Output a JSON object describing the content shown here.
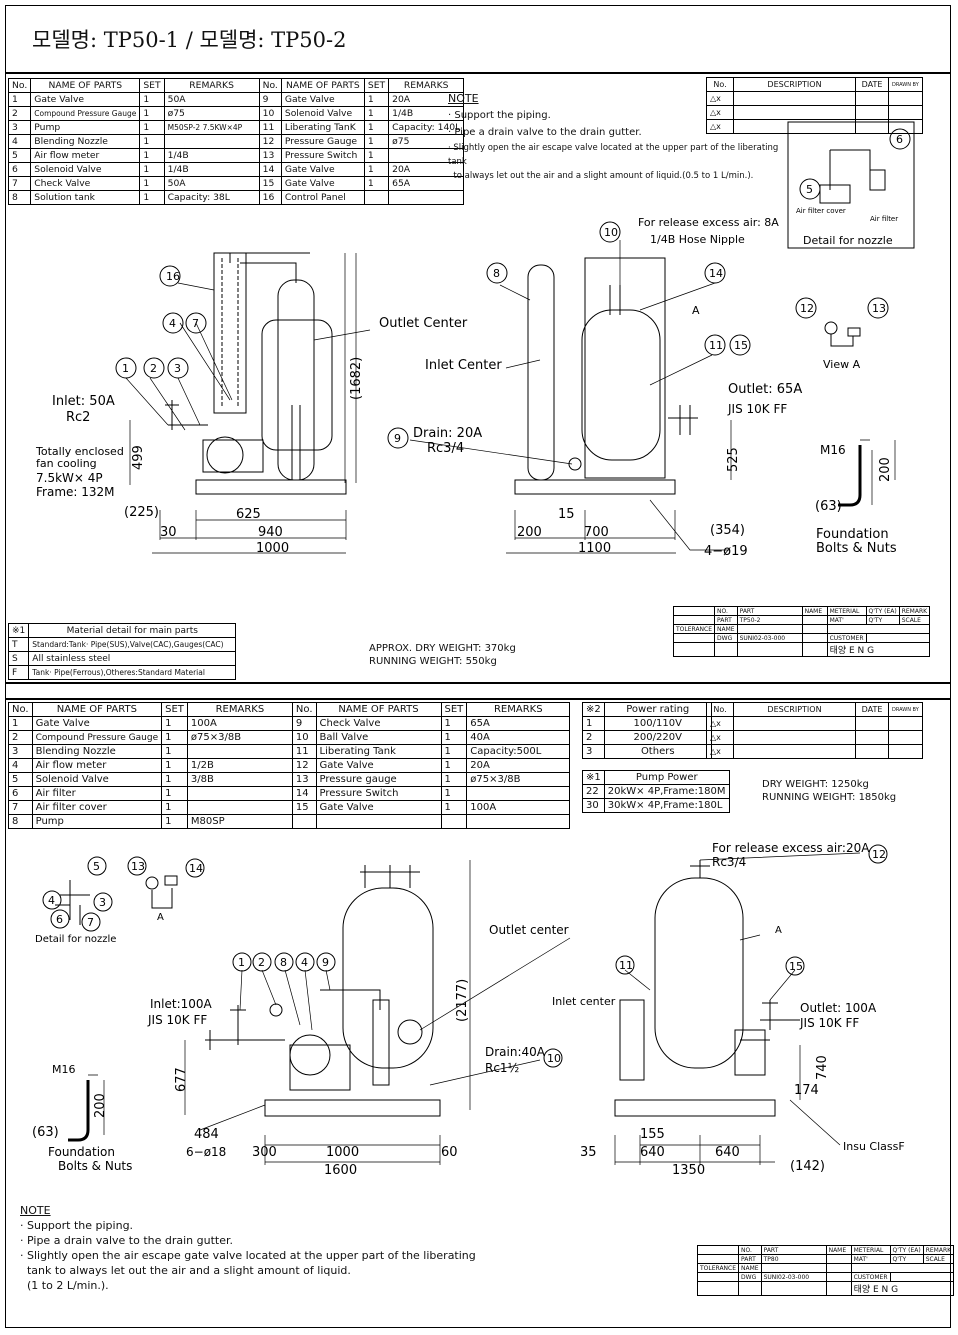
{
  "title": "모델명: TP50-1 / 모델명: TP50-2",
  "sheet1": {
    "parts_headers": [
      "No.",
      "NAME OF PARTS",
      "SET",
      "REMARKS"
    ],
    "parts_left": [
      [
        "1",
        "Gate Valve",
        "1",
        "50A"
      ],
      [
        "2",
        "Compound Pressure Gauge",
        "1",
        "ø75"
      ],
      [
        "3",
        "Pump",
        "1",
        "M50SP-2 7.5KW×4P"
      ],
      [
        "4",
        "Blending Nozzle",
        "1",
        ""
      ],
      [
        "5",
        "Air flow meter",
        "1",
        "1/4B"
      ],
      [
        "6",
        "Solenoid Valve",
        "1",
        "1/4B"
      ],
      [
        "7",
        "Check Valve",
        "1",
        "50A"
      ],
      [
        "8",
        "Solution tank",
        "1",
        "Capacity: 38L"
      ]
    ],
    "parts_right": [
      [
        "9",
        "Gate Valve",
        "1",
        "20A"
      ],
      [
        "10",
        "Solenoid Valve",
        "1",
        "1/4B"
      ],
      [
        "11",
        "Liberating TanK",
        "1",
        "Capacity: 140L"
      ],
      [
        "12",
        "Pressure Gauge",
        "1",
        "ø75"
      ],
      [
        "13",
        "Pressure Switch",
        "1",
        ""
      ],
      [
        "14",
        "Gate Valve",
        "1",
        "20A"
      ],
      [
        "15",
        "Gate Valve",
        "1",
        "65A"
      ],
      [
        "16",
        "Control Panel",
        "",
        ""
      ]
    ],
    "note_title": "NOTE",
    "notes": [
      "· Support the piping.",
      "· Pipe a drain valve to the drain gutter.",
      "· Slightly open the air escape valve located at the upper part of the liberating tank",
      "  to always let out the air and a slight amount of liquid.(0.5 to 1 L/min.)."
    ],
    "rev_headers": [
      "No.",
      "DESCRIPTION",
      "DATE",
      "DRAWN BY"
    ],
    "rev_rows": [
      "△x",
      "△x",
      "△x"
    ],
    "labels": {
      "detail_nozzle": "Detail for nozzle",
      "air_filter_cover": "Air filter cover",
      "air_filter": "Air filter",
      "view_a": "View A",
      "outlet_center": "Outlet Center",
      "inlet_center": "Inlet Center",
      "inlet": "Inlet: 50A",
      "inlet_thread": "Rc2",
      "motor1": "Totally enclosed",
      "motor2": "fan cooling",
      "motor3": "7.5kW× 4P",
      "motor4": "Frame: 132M",
      "release": "For release excess air: 8A",
      "hose": "1/4B Hose Nipple",
      "outlet": "Outlet: 65A",
      "outlet_std": "JIS 10K FF",
      "drain": "Drain: 20A",
      "drain_thread": "Rc3/4",
      "m16": "M16",
      "foundation1": "Foundation",
      "foundation2": "Bolts & Nuts",
      "holes": "4−ø19",
      "a": "A"
    },
    "dims": {
      "d1682": "(1682)",
      "d499": "499",
      "d225": "(225)",
      "d625": "625",
      "d30": "30",
      "d940": "940",
      "d1000": "1000",
      "d525": "525",
      "d15": "15",
      "d200a": "200",
      "d700": "700",
      "d1100": "1100",
      "d354": "(354)",
      "d200b": "200",
      "d63": "(63)"
    },
    "material_rows": [
      [
        "※1",
        "Material detail for main parts"
      ],
      [
        "T",
        "Standard:Tank· Pipe(SUS),Valve(CAC),Gauges(CAC)"
      ],
      [
        "S",
        "All stainless steel"
      ],
      [
        "F",
        "Tank· Pipe(Ferrous),Otheres:Standard Material"
      ]
    ],
    "weights": [
      "APPROX. DRY WEIGHT: 370kg",
      "RUNNING WEIGHT: 550kg"
    ],
    "titleblock": {
      "part": "TP50-2",
      "dwg": "SUNI02-03-000",
      "company": "태양 E N G"
    }
  },
  "sheet2": {
    "parts_headers": [
      "No.",
      "NAME OF PARTS",
      "SET",
      "REMARKS"
    ],
    "parts_left": [
      [
        "1",
        "Gate Valve",
        "1",
        "100A"
      ],
      [
        "2",
        "Compound Pressure Gauge",
        "1",
        "ø75×3/8B"
      ],
      [
        "3",
        "Blending Nozzle",
        "1",
        ""
      ],
      [
        "4",
        "Air flow meter",
        "1",
        "1/2B"
      ],
      [
        "5",
        "Solenoid Valve",
        "1",
        "3/8B"
      ],
      [
        "6",
        "Air filter",
        "1",
        ""
      ],
      [
        "7",
        "Air filter cover",
        "1",
        ""
      ],
      [
        "8",
        "Pump",
        "1",
        "M80SP"
      ]
    ],
    "parts_right": [
      [
        "9",
        "Check Valve",
        "1",
        "65A"
      ],
      [
        "10",
        "Ball Valve",
        "1",
        "40A"
      ],
      [
        "11",
        "Liberating Tank",
        "1",
        "Capacity:500L"
      ],
      [
        "12",
        "Gate Valve",
        "1",
        "20A"
      ],
      [
        "13",
        "Pressure gauge",
        "1",
        "ø75×3/8B"
      ],
      [
        "14",
        "Pressure Switch",
        "1",
        ""
      ],
      [
        "15",
        "Gate Valve",
        "1",
        "100A"
      ],
      [
        "",
        "",
        "",
        ""
      ]
    ],
    "power_headers": [
      "※2",
      "Power rating"
    ],
    "power_rows": [
      [
        "1",
        "100/110V"
      ],
      [
        "2",
        "200/220V"
      ],
      [
        "3",
        "Others"
      ]
    ],
    "pump_headers": [
      "※1",
      "Pump Power"
    ],
    "pump_rows": [
      [
        "22",
        "20kW× 4P,Frame:180M"
      ],
      [
        "30",
        "30kW× 4P,Frame:180L"
      ]
    ],
    "weights": [
      "DRY WEIGHT: 1250kg",
      "RUNNING WEIGHT: 1850kg"
    ],
    "rev_headers": [
      "No.",
      "DESCRIPTION",
      "DATE",
      "DRAWN BY"
    ],
    "rev_rows": [
      "△x",
      "△x",
      "△x"
    ],
    "labels": {
      "detail_nozzle": "Detail for nozzle",
      "a_small": "A",
      "outlet_center": "Outlet center",
      "inlet": "Inlet:100A",
      "inlet_std": "JIS 10K FF",
      "drain": "Drain:40A",
      "drain_thread": "Rc1½",
      "m16": "M16",
      "foundation1": "Foundation",
      "foundation2": "Bolts & Nuts",
      "holes": "6−ø18",
      "release": "For release excess air:20A",
      "release_thread": "Rc3/4",
      "inlet_center": "Inlet center",
      "outlet": "Outlet: 100A",
      "outlet_std": "JIS 10K FF",
      "insu": "Insu ClassF",
      "a": "A"
    },
    "dims": {
      "d2177": "(2177)",
      "d677": "677",
      "d200": "200",
      "d63": "(63)",
      "d484": "484",
      "d300": "300",
      "d1000": "1000",
      "d60": "60",
      "d1600": "1600",
      "d740": "740",
      "d174": "174",
      "d155": "155",
      "d35": "35",
      "d640a": "640",
      "d640b": "640",
      "d1350": "1350",
      "d142": "(142)"
    },
    "note_title": "NOTE",
    "notes": [
      "· Support the piping.",
      "· Pipe a drain valve to the drain gutter.",
      "· Slightly open the air escape gate valve located at the upper part of the liberating",
      "  tank to always let out the air and a slight amount of liquid.",
      "  (1 to 2 L/min.)."
    ],
    "titleblock": {
      "part": "TP80",
      "dwg": "SUNI02-03-000",
      "company": "태양 E N G"
    }
  }
}
